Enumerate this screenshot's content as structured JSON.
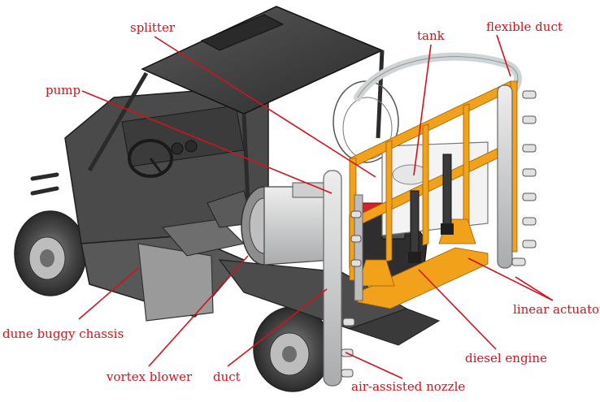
{
  "labels": {
    "splitter": "splitter",
    "tank": "tank",
    "flexible_duct": "flexible duct",
    "pump": "pump",
    "linear_actuator": "linear actuator",
    "dune_buggy_chassis": "dune buggy chassis",
    "diesel_engine": "diesel engine",
    "vortex_blower": "vortex blower",
    "duct": "duct",
    "air_assisted_nozzle": "air-assisted nozzle"
  },
  "colors": {
    "label": "#d0141c",
    "body_dark": "#3c3c3c",
    "frame": "#f2a11b",
    "metal": "#c9cbcd"
  }
}
